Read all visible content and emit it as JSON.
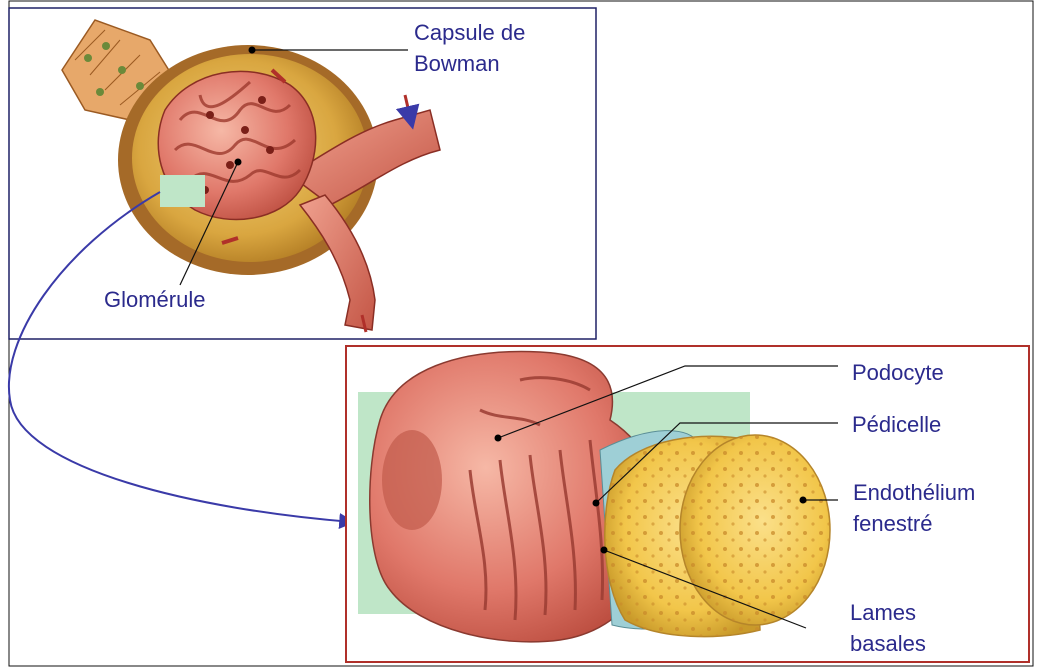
{
  "labels": {
    "capsule_line1": "Capsule de",
    "capsule_line2": "Bowman",
    "glomerule": "Glomérule",
    "podocyte": "Podocyte",
    "pedicelle": "Pédicelle",
    "endothelium_line1": "Endothélium",
    "endothelium_line2": "fenestré",
    "lames_line1": "Lames",
    "lames_line2": "basales"
  },
  "colors": {
    "label_text": "#2b2a8c",
    "top_frame": "#1f2066",
    "detail_frame": "#b0302a",
    "zoom_arrow": "#3a3aa8",
    "tissue_pink": "#e0786a",
    "tissue_dark": "#b94a3c",
    "capsule_gold": "#d9a640",
    "endothelium_yellow": "#f2c64a",
    "highlight_green": "#bfe6c8"
  }
}
